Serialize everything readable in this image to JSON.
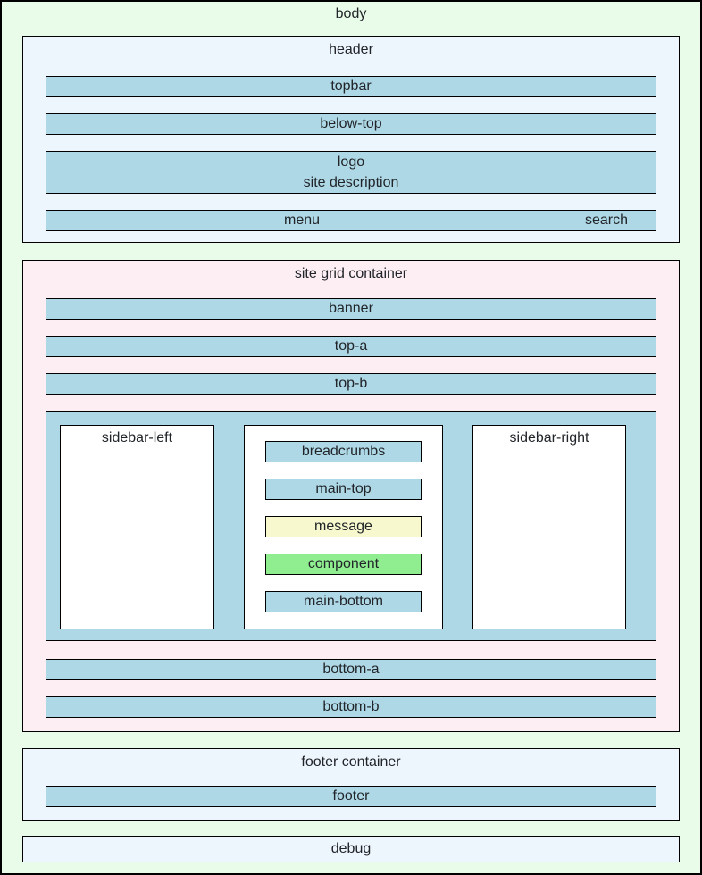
{
  "page": {
    "label": "body"
  },
  "header": {
    "label": "header",
    "topbar": "topbar",
    "below_top": "below-top",
    "logo": "logo",
    "site_description": "site description",
    "menu": "menu",
    "search": "search"
  },
  "grid": {
    "label": "site grid container",
    "banner": "banner",
    "top_a": "top-a",
    "top_b": "top-b",
    "sidebar_left": "sidebar-left",
    "sidebar_right": "sidebar-right",
    "main": {
      "breadcrumbs": "breadcrumbs",
      "main_top": "main-top",
      "message": "message",
      "component": "component",
      "main_bottom": "main-bottom"
    },
    "bottom_a": "bottom-a",
    "bottom_b": "bottom-b"
  },
  "footer": {
    "label": "footer container",
    "footer": "footer"
  },
  "debug": {
    "label": "debug"
  },
  "colors": {
    "body_bg": "#e9fbe9",
    "section_bg": "#eef6fd",
    "grid_bg": "#fdeef3",
    "bar_bg": "#aed8e6",
    "panel_bg": "#ffffff",
    "message_bg": "#f8f8ce",
    "component_bg": "#90ee90",
    "border": "#000000",
    "text": "#212529"
  }
}
